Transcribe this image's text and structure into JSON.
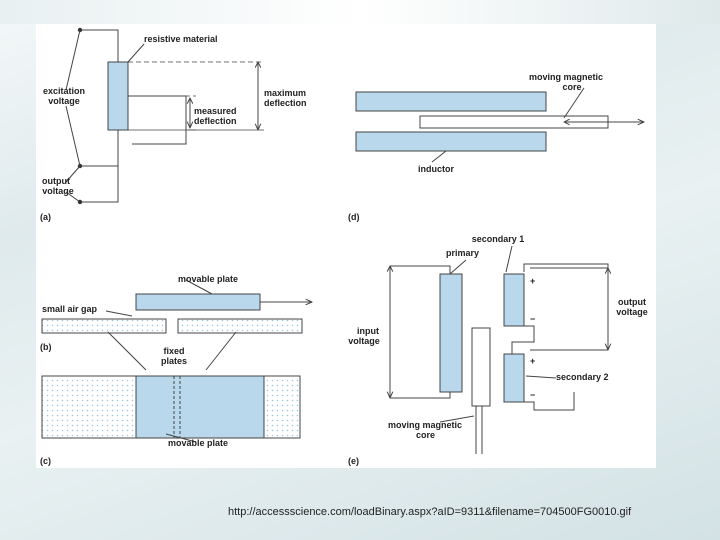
{
  "panels": {
    "a": {
      "tag": "(a)",
      "resistive_material": "resistive material",
      "excitation_1": "excitation",
      "excitation_2": "voltage",
      "output_1": "output",
      "output_2": "voltage",
      "maximum_1": "maximum",
      "maximum_2": "deflection",
      "measured_1": "measured",
      "measured_2": "deflection"
    },
    "b": {
      "tag": "(b)",
      "movable_plate": "movable plate",
      "small_air_gap": "small air gap",
      "fixed_1": "fixed",
      "fixed_2": "plates"
    },
    "c": {
      "tag": "(c)",
      "movable_plate": "movable plate"
    },
    "d": {
      "tag": "(d)",
      "core_1": "moving magnetic",
      "core_2": "core",
      "inductor": "inductor"
    },
    "e": {
      "tag": "(e)",
      "secondary_1": "secondary 1",
      "primary": "primary",
      "input_1": "input",
      "input_2": "voltage",
      "output_1": "output",
      "output_2": "voltage",
      "secondary_2": "secondary 2",
      "core_1": "moving magnetic",
      "core_2": "core",
      "plus": "+",
      "minus": "−"
    }
  },
  "caption": "http://accessscience.com/loadBinary.aspx?aID=9311&filename=704500FG0010.gif",
  "colors": {
    "fill": "#b9d8ec",
    "stroke": "#444444",
    "dots": "#9cc7e0"
  }
}
